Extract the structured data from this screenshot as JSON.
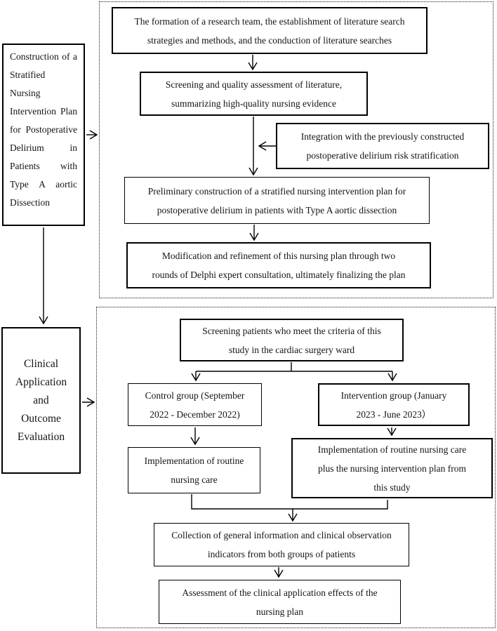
{
  "diagram": {
    "left_column": {
      "construction_box_label": "Construction of a Stratified Nursing Intervention Plan for Postoperative Delirium in Patients with Type A aortic Dissection",
      "clinical_box_lines": [
        "Clinical",
        "Application",
        "and",
        "Outcome",
        "Evaluation"
      ]
    },
    "construction_phase": {
      "literature_search_lines": [
        "The formation of a research team, the establishment of literature search",
        "strategies and methods, and the conduction of literature searches"
      ],
      "literature_screening_lines": [
        "Screening and quality assessment of literature,",
        "summarizing high-quality nursing evidence"
      ],
      "integration_lines": [
        "Integration with the previously constructed",
        "postoperative delirium risk stratification"
      ],
      "preliminary_plan_lines": [
        "Preliminary construction of a stratified nursing intervention plan for",
        "postoperative delirium in patients with Type A aortic dissection"
      ],
      "delphi_refinement_lines": [
        "Modification and refinement of this nursing plan through two",
        "rounds of Delphi expert consultation, ultimately finalizing the plan"
      ]
    },
    "application_phase": {
      "patient_screening_lines": [
        "Screening patients who meet the criteria of this",
        "study in the cardiac surgery ward"
      ],
      "control_group_lines": [
        "Control group (September",
        "2022 - December 2022)"
      ],
      "intervention_group_lines": [
        "Intervention group (January",
        "2023 - June 2023）"
      ],
      "routine_care_lines": [
        "Implementation of routine",
        "nursing care"
      ],
      "routine_plus_plan_lines": [
        "Implementation of routine nursing care",
        "plus the nursing intervention plan from",
        "this study"
      ],
      "data_collection_lines": [
        "Collection of general information and clinical observation",
        "indicators from both groups of patients"
      ],
      "assessment_lines": [
        "Assessment of the clinical application effects of the",
        "nursing plan"
      ]
    },
    "colors": {
      "line": "#000000",
      "text": "#141414",
      "background": "#ffffff",
      "panel_border": "#1a1a1a"
    }
  }
}
